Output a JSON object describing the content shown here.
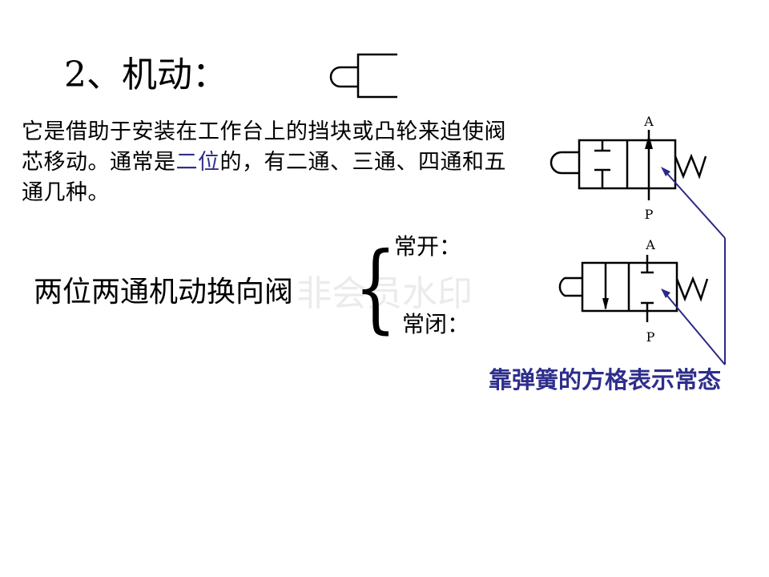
{
  "slide": {
    "title": "2、机动：",
    "description": {
      "part1": "它是借助于安装在工作台上的挡块或凸轮来迫使阀芯移动。通常是",
      "highlight": "二位",
      "part2": "的，有二通、三通、四通和五通几种。"
    },
    "valve_name": "两位两通机动换向阀",
    "options": {
      "normally_open": "常开：",
      "normally_closed": "常闭："
    },
    "watermark": "非会员水印",
    "caption": "靠弹簧的方格表示常态",
    "diagram_labels": {
      "top_valve": {
        "port_a": "A",
        "port_p": "P"
      },
      "bottom_valve": {
        "port_a": "A",
        "port_p": "P"
      }
    },
    "colors": {
      "text": "#000000",
      "accent": "#2e2e8c",
      "arrow_line": "#2a2a88"
    }
  }
}
